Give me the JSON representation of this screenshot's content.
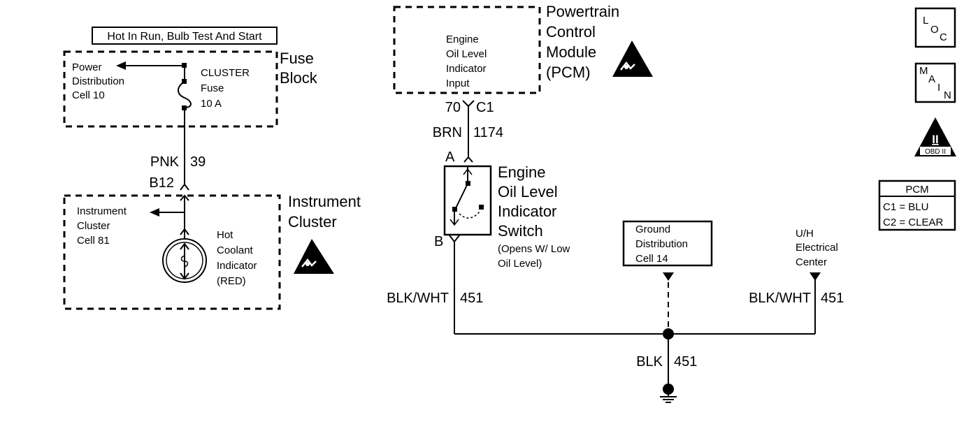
{
  "header_label": "Hot In Run, Bulb Test And Start",
  "fuse_block": {
    "title_line1": "Fuse",
    "title_line2": "Block",
    "power_dist": [
      "Power",
      "Distribution",
      "Cell 10"
    ],
    "fuse": [
      "CLUSTER",
      "Fuse",
      "10 A"
    ]
  },
  "wire_pnk": {
    "color": "PNK",
    "circuit": "39",
    "connector": "B12"
  },
  "instrument_cluster": {
    "title_line1": "Instrument",
    "title_line2": "Cluster",
    "cell_ref": [
      "Instrument",
      "Cluster",
      "Cell 81"
    ],
    "indicator": [
      "Hot",
      "Coolant",
      "Indicator",
      "(RED)"
    ]
  },
  "pcm": {
    "title": [
      "Powertrain",
      "Control",
      "Module",
      "(PCM)"
    ],
    "input": [
      "Engine",
      "Oil Level",
      "Indicator",
      "Input"
    ],
    "pin": "70",
    "connector": "C1"
  },
  "wire_brn": {
    "color": "BRN",
    "circuit": "1174"
  },
  "oil_switch": {
    "pin_a": "A",
    "pin_b": "B",
    "title": [
      "Engine",
      "Oil Level",
      "Indicator",
      "Switch"
    ],
    "note": [
      "(Opens W/ Low",
      "Oil Level)"
    ]
  },
  "wire_left": {
    "color": "BLK/WHT",
    "circuit": "451"
  },
  "wire_right": {
    "color": "BLK/WHT",
    "circuit": "451"
  },
  "wire_bottom": {
    "color": "BLK",
    "circuit": "451"
  },
  "ground_dist": [
    "Ground",
    "Distribution",
    "Cell 14"
  ],
  "uh_center": [
    "U/H",
    "Electrical",
    "Center"
  ],
  "badges": {
    "loc": [
      "L",
      "O",
      "C"
    ],
    "main": [
      "M",
      "A",
      "I",
      "N"
    ],
    "obd": {
      "numeral": "II",
      "label": "OBD II"
    }
  },
  "pcm_table": {
    "header": "PCM",
    "rows": [
      "C1 = BLU",
      "C2 = CLEAR"
    ]
  }
}
